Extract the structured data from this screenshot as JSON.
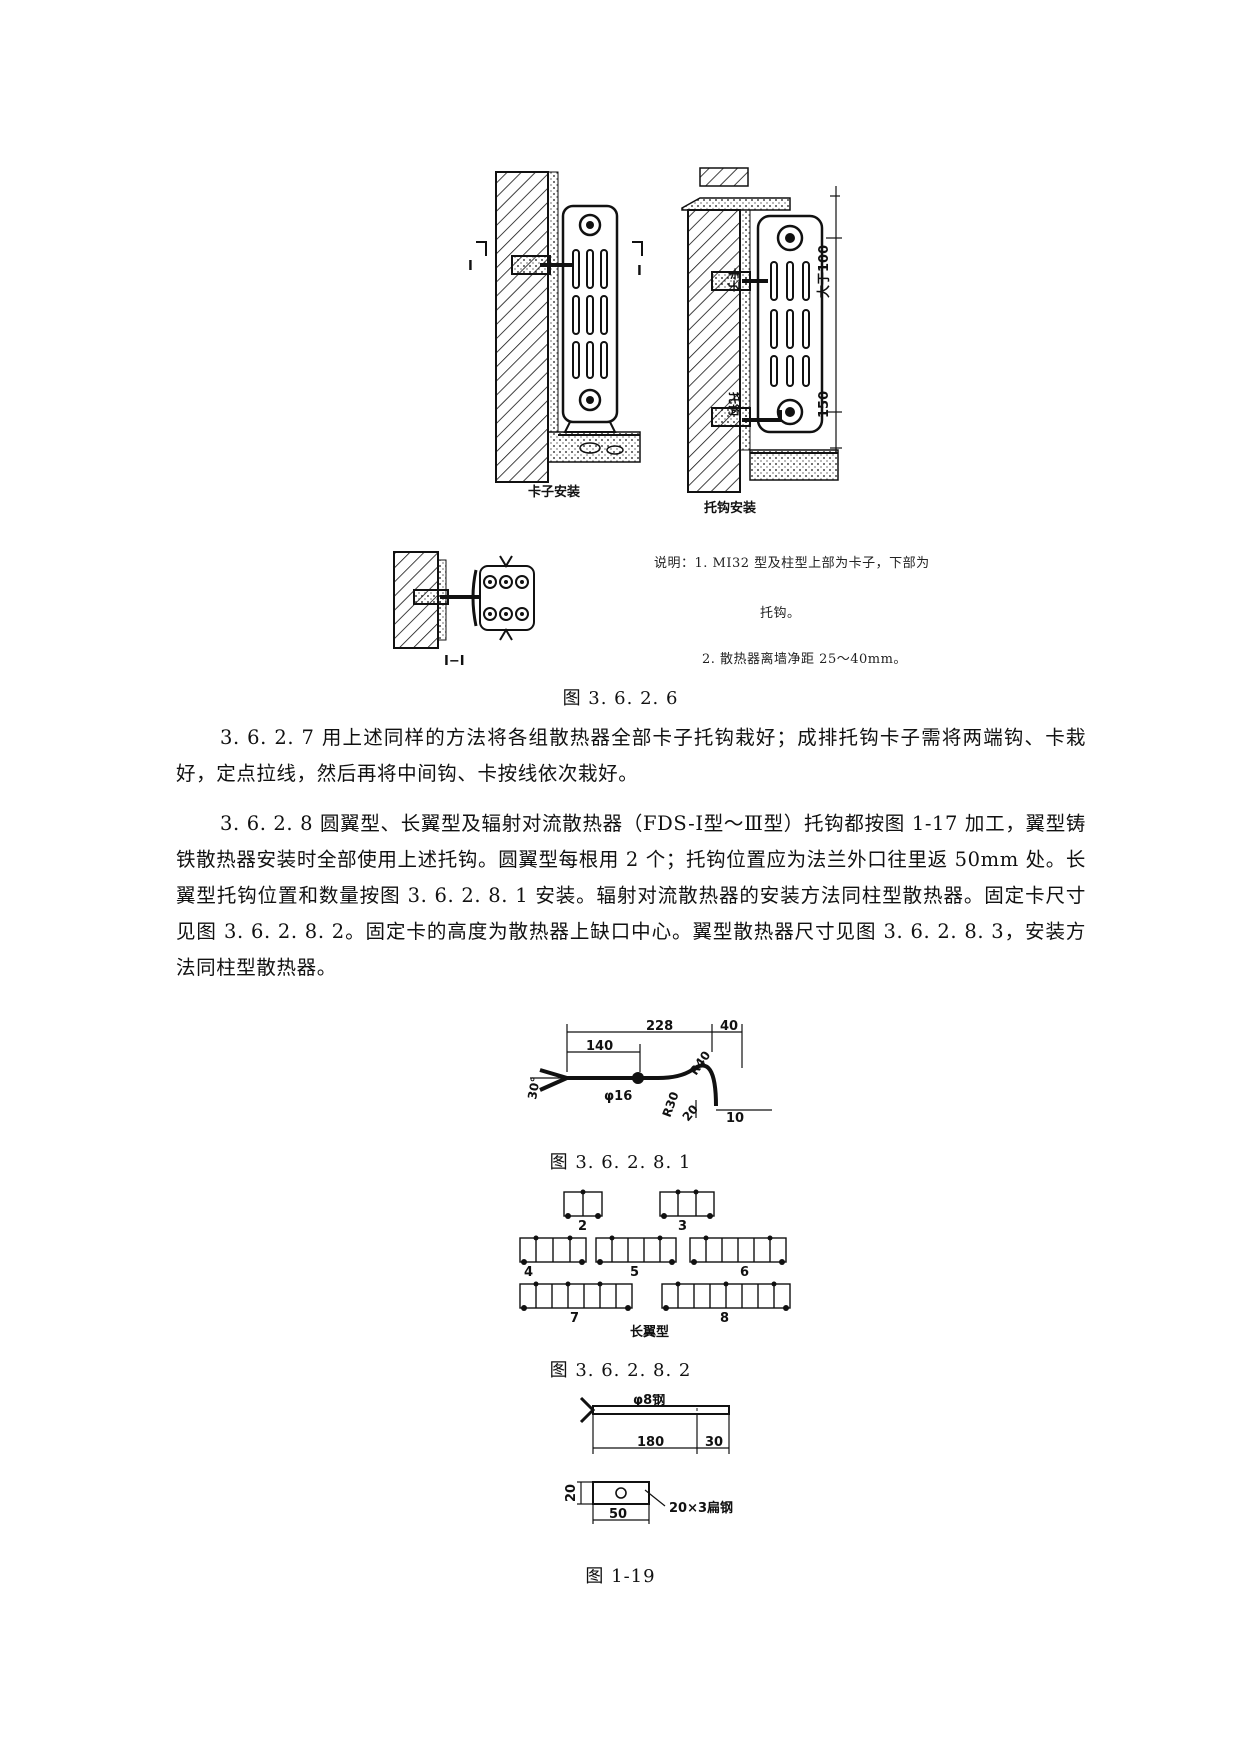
{
  "fig_3626": {
    "left_label": "卡子安装",
    "right_label": "托钩安装",
    "section_mark": "I",
    "section_label": "I−I",
    "card_vert": "卡子",
    "hook_vert": "托钩",
    "dim_top": "大于100",
    "dim_bottom": "150",
    "notes": {
      "line1": "说明：1. MI32 型及柱型上部为卡子，下部为",
      "line1b": "托钩。",
      "line2": "2. 散热器离墙净距 25～40mm。"
    },
    "caption": "图 3. 6. 2. 6"
  },
  "paragraphs": {
    "p1": "3. 6. 2. 7 用上述同样的方法将各组散热器全部卡子托钩栽好；成排托钩卡子需将两端钩、卡栽好，定点拉线，然后再将中间钩、卡按线依次栽好。",
    "p2": "3. 6. 2. 8 圆翼型、长翼型及辐射对流散热器（FDS-Ⅰ型～Ⅲ型）托钩都按图 1-17 加工，翼型铸铁散热器安装时全部使用上述托钩。圆翼型每根用 2 个；托钩位置应为法兰外口往里返 50mm 处。长翼型托钩位置和数量按图 3. 6. 2. 8. 1 安装。辐射对流散热器的安装方法同柱型散热器。固定卡尺寸见图 3. 6. 2. 8. 2。固定卡的高度为散热器上缺口中心。翼型散热器尺寸见图 3. 6. 2. 8. 3，安装方法同柱型散热器。"
  },
  "fig_36281": {
    "dim_228": "228",
    "dim_140": "140",
    "dim_40": "40",
    "angle": "30°",
    "dia": "φ16",
    "r30": "R30",
    "r40": "R40",
    "dim_20": "20",
    "dim_10": "10",
    "caption": "图 3. 6. 2. 8. 1"
  },
  "fig_36282": {
    "counts": [
      "2",
      "3",
      "4",
      "5",
      "6",
      "7",
      "8"
    ],
    "label": "长翼型",
    "caption": "图 3. 6. 2. 8. 2"
  },
  "fig_119": {
    "steel": "φ8钢",
    "dim_180": "180",
    "dim_30": "30",
    "dim_20": "20",
    "dim_50": "50",
    "flat": "20×3扁钢",
    "caption": "图 1-19"
  }
}
